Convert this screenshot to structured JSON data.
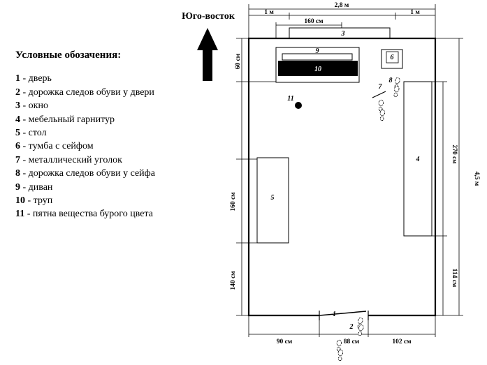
{
  "direction": {
    "label": "Юго-восток",
    "icon": "arrow-up-icon"
  },
  "legend": {
    "title": "Условные обозачения:",
    "items": [
      {
        "num": "1",
        "text": " - дверь"
      },
      {
        "num": "2",
        "text": " - дорожка следов обуви у двери"
      },
      {
        "num": "3",
        "text": " - окно"
      },
      {
        "num": "4",
        "text": " - мебельный гарнитур"
      },
      {
        "num": "5",
        "text": " - стол"
      },
      {
        "num": "6",
        "text": " - тумба с сейфом"
      },
      {
        "num": "7",
        "text": " - металлический уголок"
      },
      {
        "num": "8",
        "text": " - дорожка следов обуви у сейфа"
      },
      {
        "num": "9",
        "text": " - диван"
      },
      {
        "num": "10",
        "text": " - труп"
      },
      {
        "num": "11",
        "text": " - пятна вещества бурого цвета"
      }
    ]
  },
  "dimensions": {
    "total_width": "2,8 м",
    "left_margin": "1 м",
    "right_margin": "1 м",
    "window_width": "160 см",
    "sofa_depth": "60 см",
    "furniture_length": "270 см",
    "total_length": "4,5 м",
    "table_length": "160 см",
    "table_offset": "140 см",
    "furniture_offset": "114 см",
    "door_left": "90 см",
    "door_width": "88 см",
    "door_right": "102 см"
  },
  "markers": {
    "door": "1",
    "door_prints": "2",
    "window": "3",
    "furniture": "4",
    "table": "5",
    "safe": "6",
    "metal_corner": "7",
    "safe_prints": "8",
    "sofa": "9",
    "body": "10",
    "stains": "11"
  }
}
